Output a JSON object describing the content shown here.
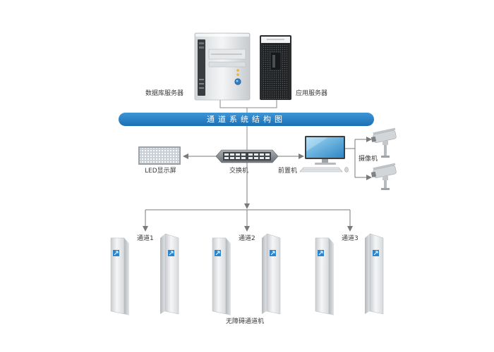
{
  "title": "通道系统结构图",
  "nodes": {
    "db_server": "数据库服务器",
    "app_server": "应用服务器",
    "led_display": "LED显示屏",
    "switch": "交换机",
    "front_pc": "前置机",
    "camera": "摄像机",
    "gate_group": "无障碍通道机"
  },
  "lanes": [
    "通道1",
    "通道2",
    "通道3"
  ],
  "colors": {
    "banner": "#2a82c8",
    "connector": "#8a8a8a",
    "arrow": "#7a7a7a",
    "gate_badge": "#2a86cf"
  }
}
